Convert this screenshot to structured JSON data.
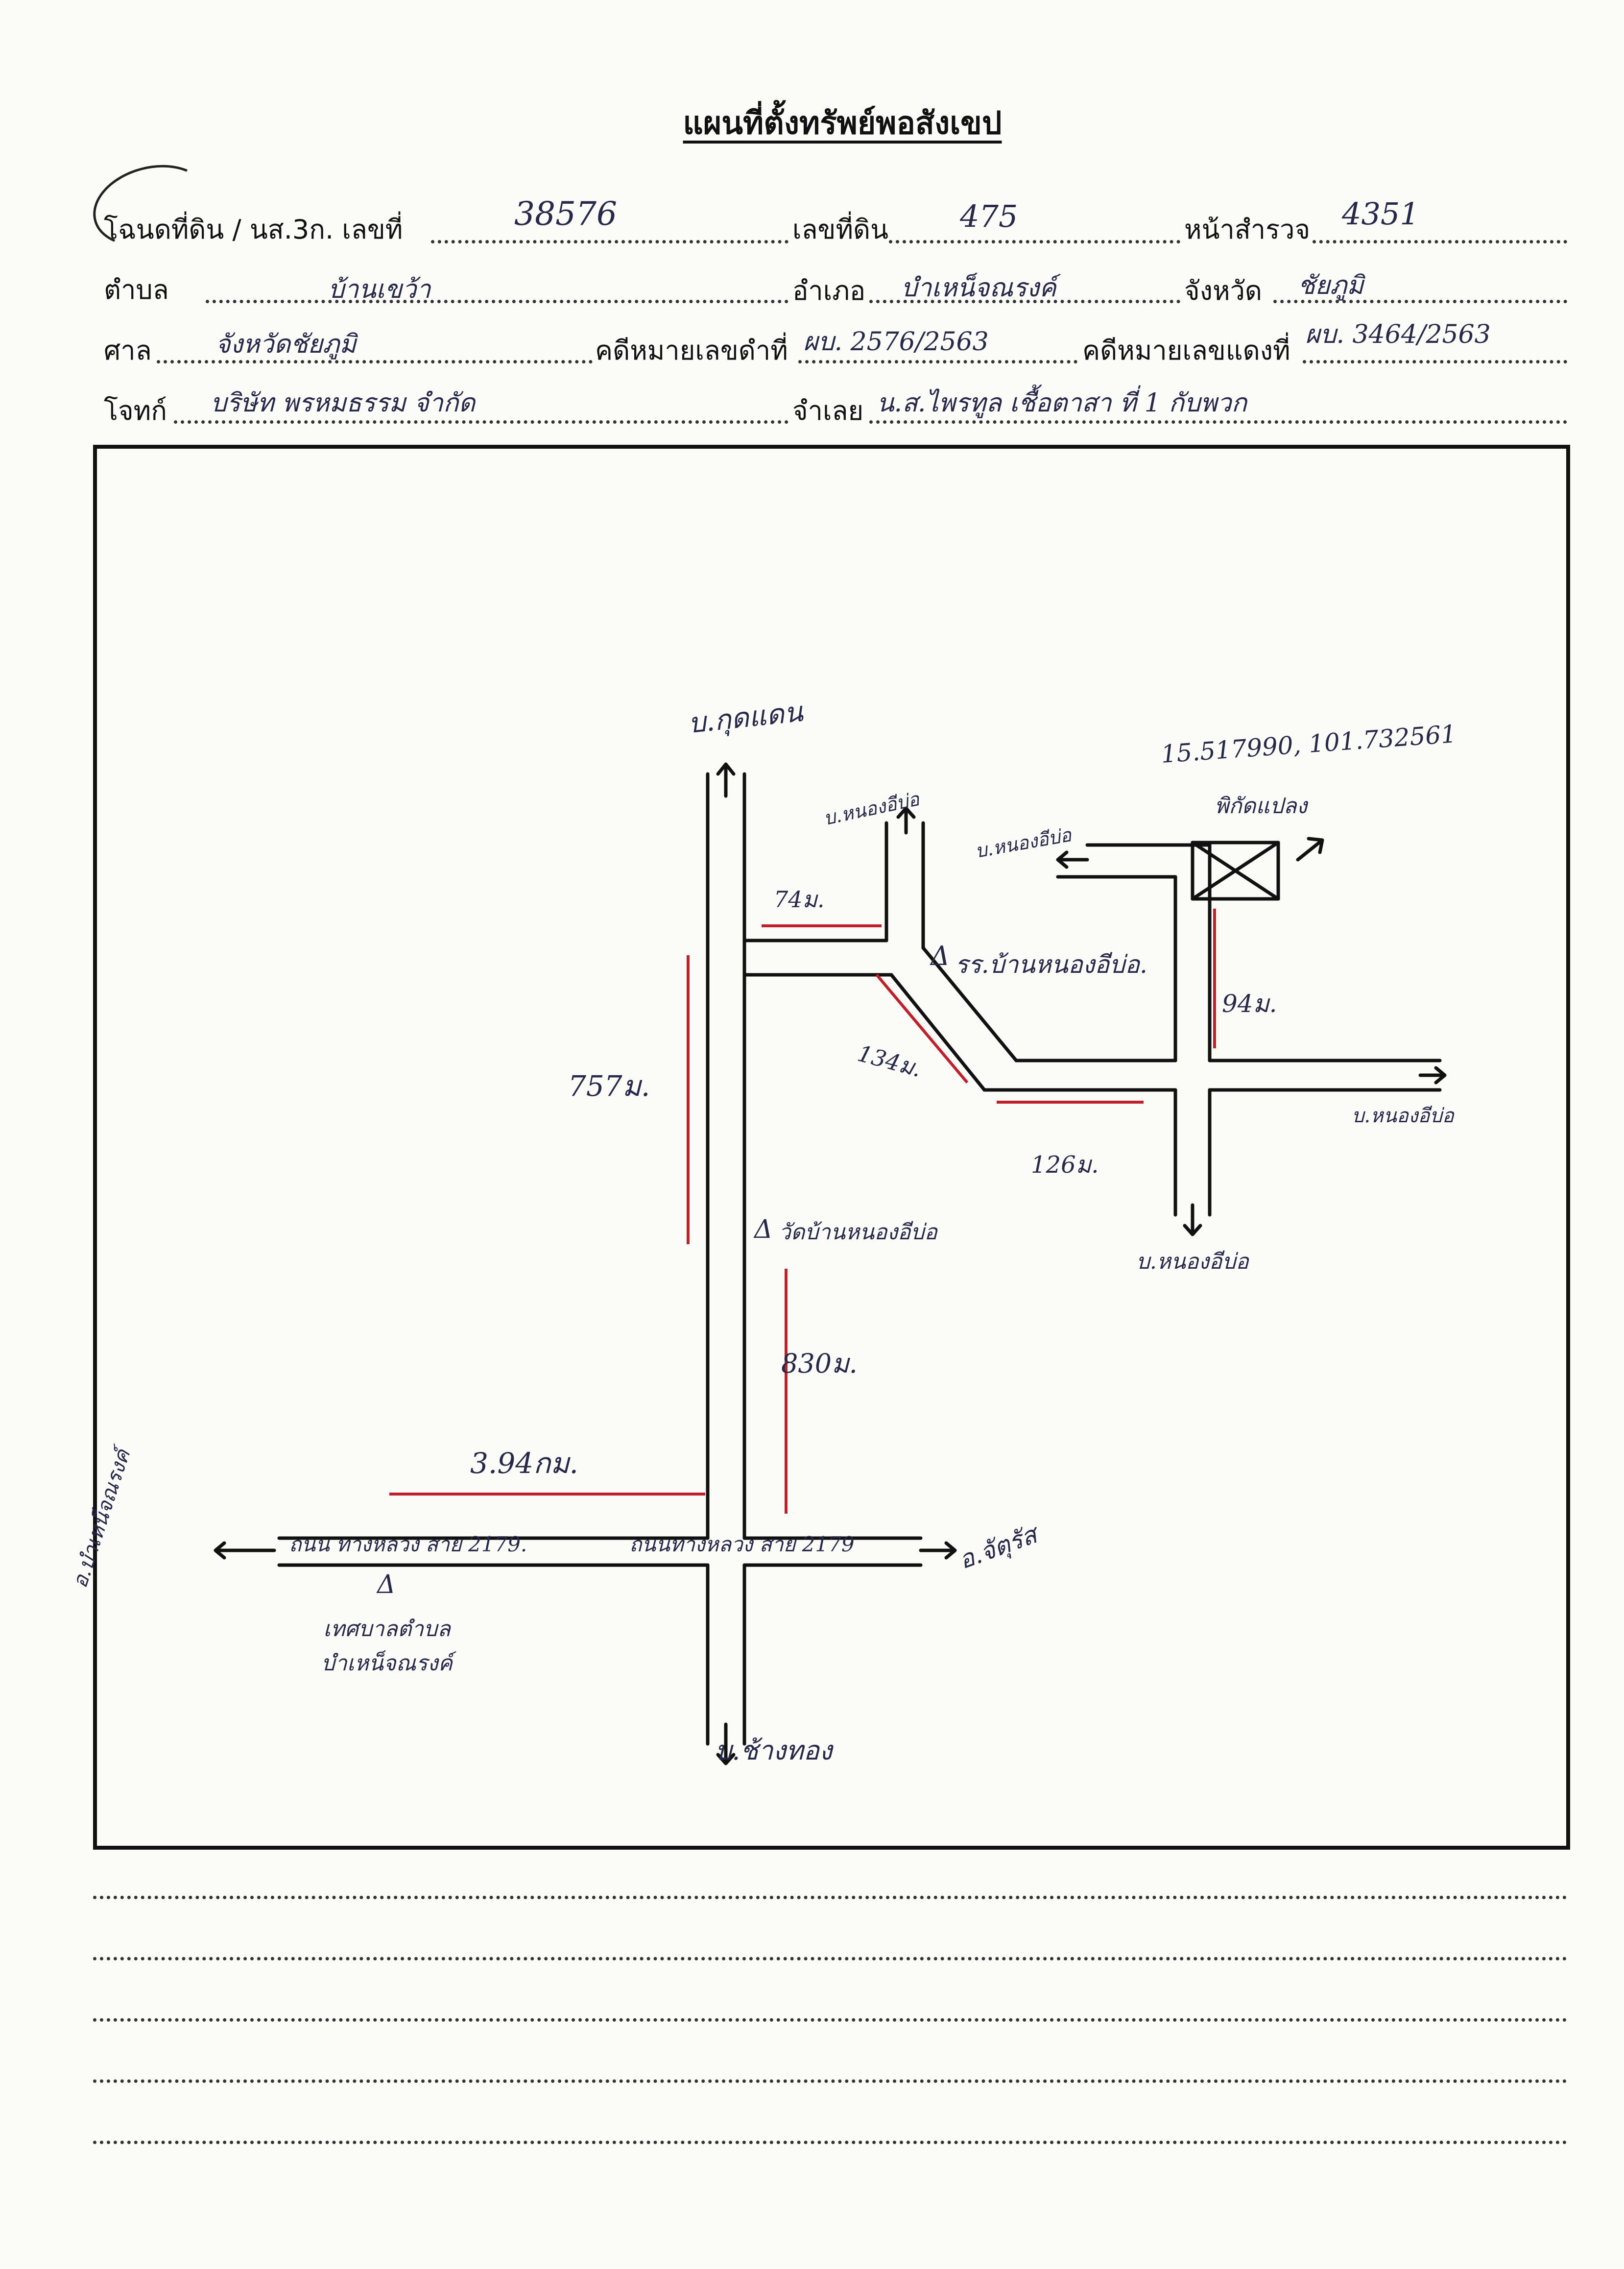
{
  "title": "แผนที่ตั้งทรัพย์พอสังเขป",
  "form": {
    "deed_label": "โฉนดที่ดิน / นส.3ก. เลขที่",
    "deed_no": "38576",
    "land_no_label": "เลขที่ดิน",
    "land_no": "475",
    "survey_page_label": "หน้าสำรวจ",
    "survey_page": "4351",
    "tambon_label": "ตำบล",
    "tambon": "บ้านเขว้า",
    "amphoe_label": "อำเภอ",
    "amphoe": "บำเหน็จณรงค์",
    "changwat_label": "จังหวัด",
    "changwat": "ชัยภูมิ",
    "court_label": "ศาล",
    "court": "จังหวัดชัยภูมิ",
    "black_case_label": "คดีหมายเลขดำที่",
    "black_case": "ผบ. 2576/2563",
    "red_case_label": "คดีหมายเลขแดงที่",
    "red_case": "ผบ. 3464/2563",
    "plaintiff_label": "โจทก์",
    "plaintiff": "บริษัท พรหมธรรม จำกัด",
    "defendant_label": "จำเลย",
    "defendant": "น.ส.ไพรทูล เชื้อตาสา ที่ 1 กับพวก"
  },
  "map": {
    "north": "บ.กุดแดน",
    "south": "บ.ช้างทอง",
    "west": "อ.บำเหน็จณรงค์",
    "east": "อ.จัตุรัส",
    "road": "ถนน ทางหลวง สาย 2179.",
    "road2": "ถนนทางหลวง สาย 2179",
    "dist_main": "3.94กม.",
    "dist_830": "830ม.",
    "dist_757": "757ม.",
    "dist_74": "74ม.",
    "dist_134": "134ม.",
    "dist_126": "126ม.",
    "dist_94": "94ม.",
    "school": "รร.บ้านหนองอีบ่อ.",
    "temple": "วัดบ้านหนองอีบ่อ",
    "municipality": "เทศบาลตำบล บำเหน็จณรงค์",
    "village_a": "บ.หนองอีบ่อ",
    "village_b": "บ.หนองอีบ่อ",
    "village_c": "บ.หนองอีบ่อ",
    "village_d": "บ.หนองอีบ่อ",
    "coords": "15.517990, 101.732561",
    "target": "พิกัดแปลง",
    "marker_symbol": "Δ"
  },
  "colors": {
    "ink": "#111111",
    "handwriting": "#28284a",
    "measure": "#c0202a"
  }
}
